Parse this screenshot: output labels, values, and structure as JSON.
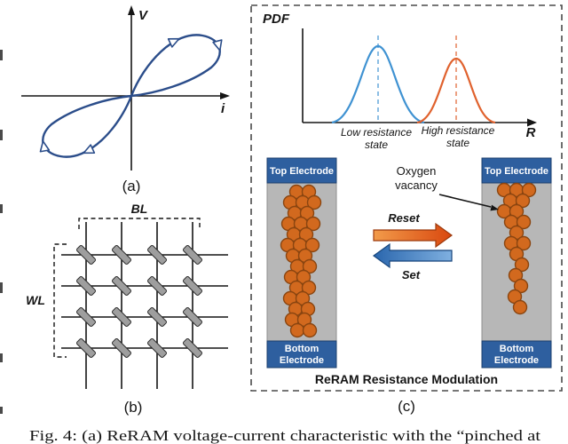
{
  "figure": {
    "panel_a": {
      "label": "(a)",
      "v_axis": "V",
      "i_axis": "i"
    },
    "panel_b": {
      "label": "(b)",
      "bl": "BL",
      "wl": "WL"
    },
    "panel_c": {
      "label": "(c)",
      "pdf_plot": {
        "ylabel": "PDF",
        "xlabel": "R",
        "low_line1": "Low resistance",
        "low_line2": "state",
        "high_line1": "High resistance",
        "high_line2": "state"
      },
      "device": {
        "top_electrode": "Top Electrode",
        "bottom_line1": "Bottom",
        "bottom_line2": "Electrode"
      },
      "oxygen_line1": "Oxygen",
      "oxygen_line2": "vacancy",
      "reset": "Reset",
      "set": "Set",
      "title": "ReRAM Resistance Modulation"
    },
    "caption": "Fig. 4: (a) ReRAM voltage-current characteristic with the “pinched at"
  },
  "chart_data": {
    "type": "line",
    "title": "",
    "xlabel": "R",
    "ylabel": "PDF",
    "grid": false,
    "axis_numeric_labels": false,
    "series": [
      {
        "name": "Low resistance state",
        "shape": "gaussian",
        "relative_peak_x": 0.35,
        "relative_peak_height": 1.0,
        "color": "#3f92d2",
        "line": "solid",
        "mean_marker": "dashed-vertical"
      },
      {
        "name": "High resistance state",
        "shape": "gaussian",
        "relative_peak_x": 0.68,
        "relative_peak_height": 0.85,
        "color": "#e0622e",
        "line": "solid",
        "mean_marker": "dashed-vertical"
      }
    ]
  },
  "colors": {
    "ink": "#151515",
    "curve_blue": "#2b4d8a",
    "dist_blue": "#3f92d2",
    "dist_orange": "#e0622e",
    "electrode_blue": "#2e5f9f",
    "body_gray": "#b7b7b7",
    "vacancy_orange": "#d2691e",
    "vacancy_outline": "#8a4510",
    "cell_gray": "#9e9e9e",
    "reset_start": "#f29b4a",
    "reset_end": "#d9480f",
    "set_start": "#2a66ad",
    "set_end": "#7fb0e0"
  }
}
